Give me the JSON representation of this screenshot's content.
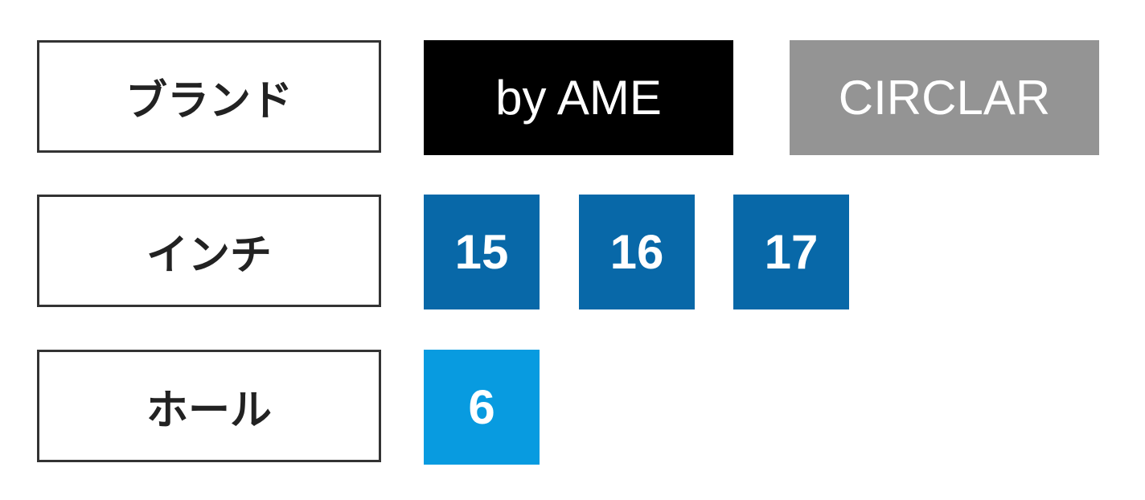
{
  "filters": {
    "brand": {
      "label": "ブランド",
      "options": [
        {
          "label": "by AME",
          "color": "#000000"
        },
        {
          "label": "CIRCLAR",
          "color": "#949494"
        }
      ]
    },
    "inch": {
      "label": "インチ",
      "options": [
        {
          "label": "15",
          "color": "#0868a8"
        },
        {
          "label": "16",
          "color": "#0868a8"
        },
        {
          "label": "17",
          "color": "#0868a8"
        }
      ]
    },
    "hole": {
      "label": "ホール",
      "options": [
        {
          "label": "6",
          "color": "#089be0"
        }
      ]
    }
  }
}
